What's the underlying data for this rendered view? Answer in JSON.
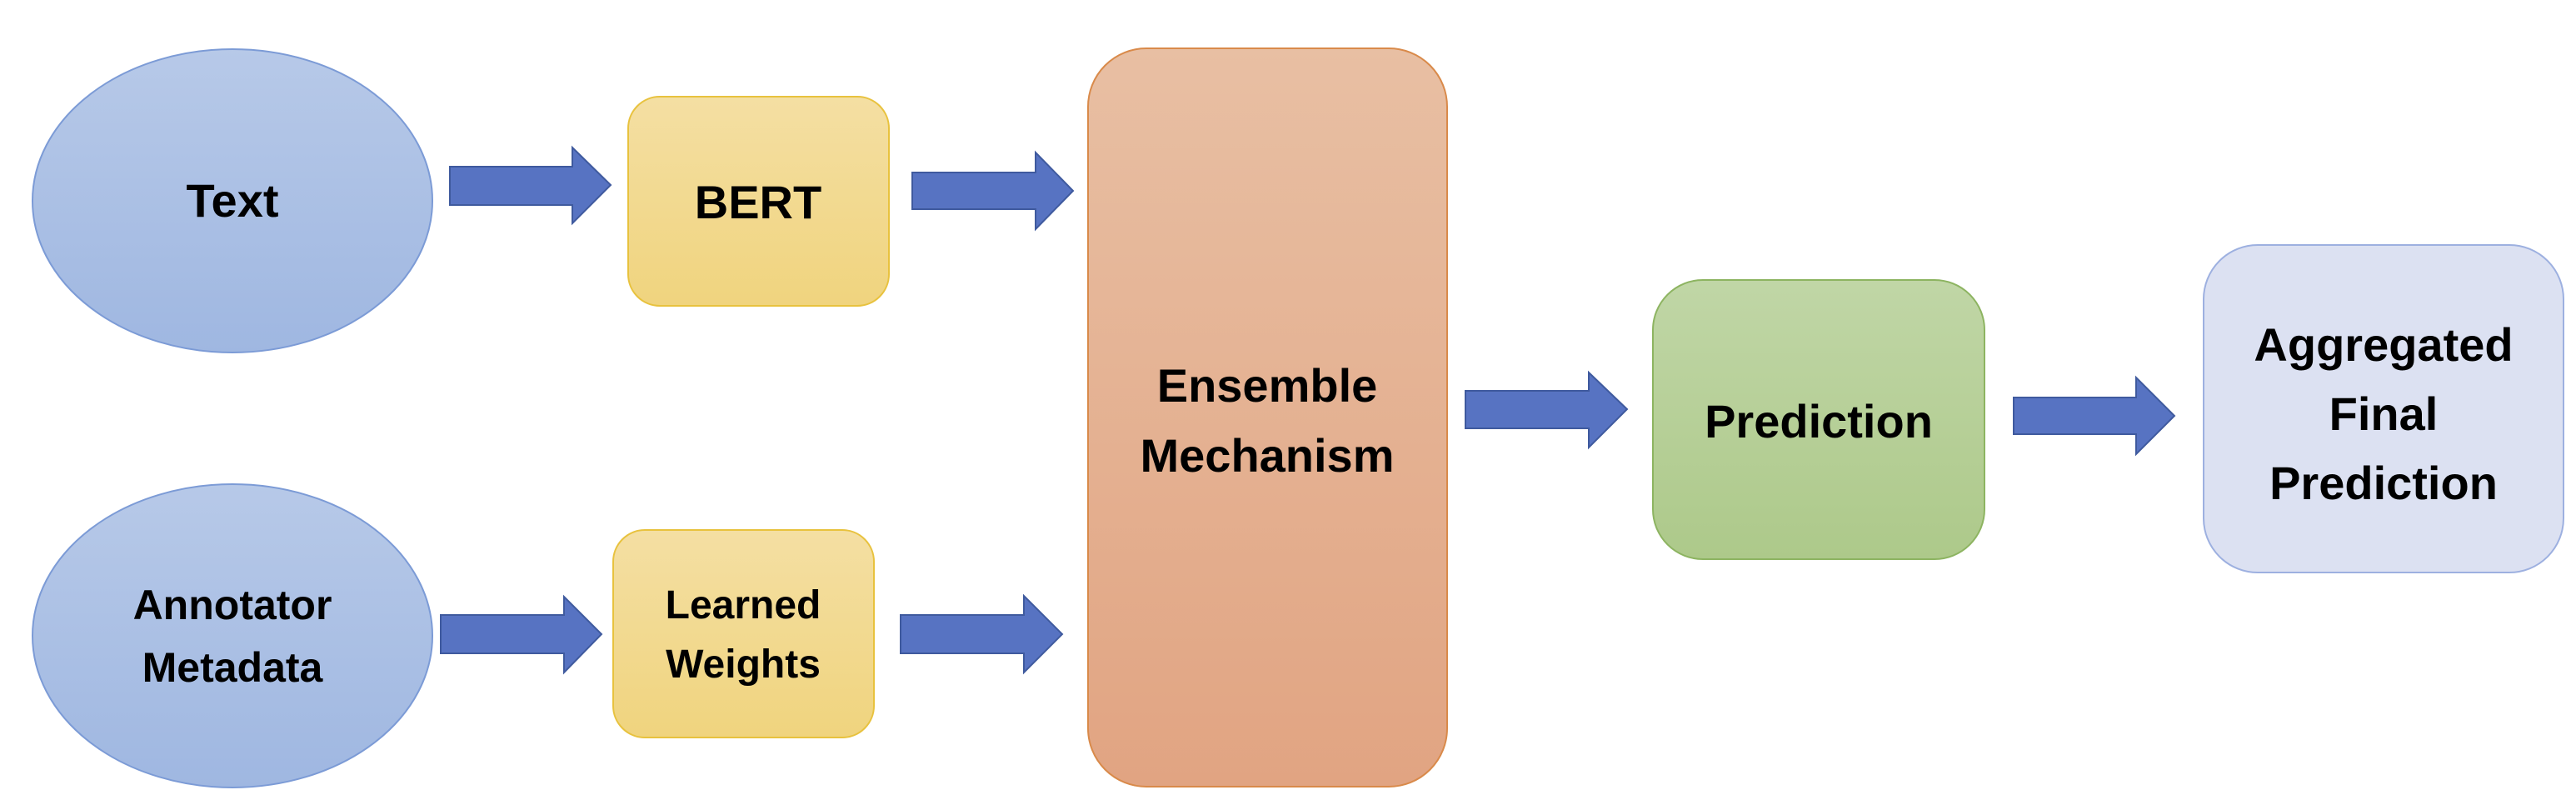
{
  "diagram": {
    "nodes": [
      {
        "id": "text",
        "shape": "ellipse",
        "lines": [
          "Text"
        ],
        "fill_top": "#B7C9E8",
        "fill_bottom": "#9FB7E1",
        "stroke": "#7C9BD6"
      },
      {
        "id": "annotator-metadata",
        "shape": "ellipse",
        "lines": [
          "Annotator",
          "Metadata"
        ],
        "fill_top": "#B7C9E8",
        "fill_bottom": "#9FB7E1",
        "stroke": "#7C9BD6"
      },
      {
        "id": "bert",
        "shape": "rounded-rect",
        "lines": [
          "BERT"
        ],
        "fill_top": "#F4DFA3",
        "fill_bottom": "#F0D47E",
        "stroke": "#E8C23E"
      },
      {
        "id": "learned-weights",
        "shape": "rounded-rect",
        "lines": [
          "Learned",
          "Weights"
        ],
        "fill_top": "#F4DFA3",
        "fill_bottom": "#F0D47E",
        "stroke": "#E8C23E"
      },
      {
        "id": "ensemble-mechanism",
        "shape": "rounded-rect",
        "lines": [
          "Ensemble",
          "Mechanism"
        ],
        "fill_top": "#E8BFA3",
        "fill_bottom": "#E1A482",
        "stroke": "#D98A4A"
      },
      {
        "id": "prediction",
        "shape": "rounded-rect",
        "lines": [
          "Prediction"
        ],
        "fill_top": "#C0D6A6",
        "fill_bottom": "#ADC98A",
        "stroke": "#8DB461"
      },
      {
        "id": "aggregated-final-prediction",
        "shape": "rounded-rect",
        "lines": [
          "Aggregated",
          "Final",
          "Prediction"
        ],
        "fill_top": "#DCE1F2",
        "fill_bottom": "#DCE1F2",
        "stroke": "#9DB0E0"
      }
    ],
    "edges": [
      {
        "from": "text",
        "to": "bert"
      },
      {
        "from": "bert",
        "to": "ensemble-mechanism"
      },
      {
        "from": "annotator-metadata",
        "to": "learned-weights"
      },
      {
        "from": "learned-weights",
        "to": "ensemble-mechanism"
      },
      {
        "from": "ensemble-mechanism",
        "to": "prediction"
      },
      {
        "from": "prediction",
        "to": "aggregated-final-prediction"
      }
    ],
    "arrow_color": "#5773C2",
    "arrow_stroke": "#3F5A9E"
  }
}
